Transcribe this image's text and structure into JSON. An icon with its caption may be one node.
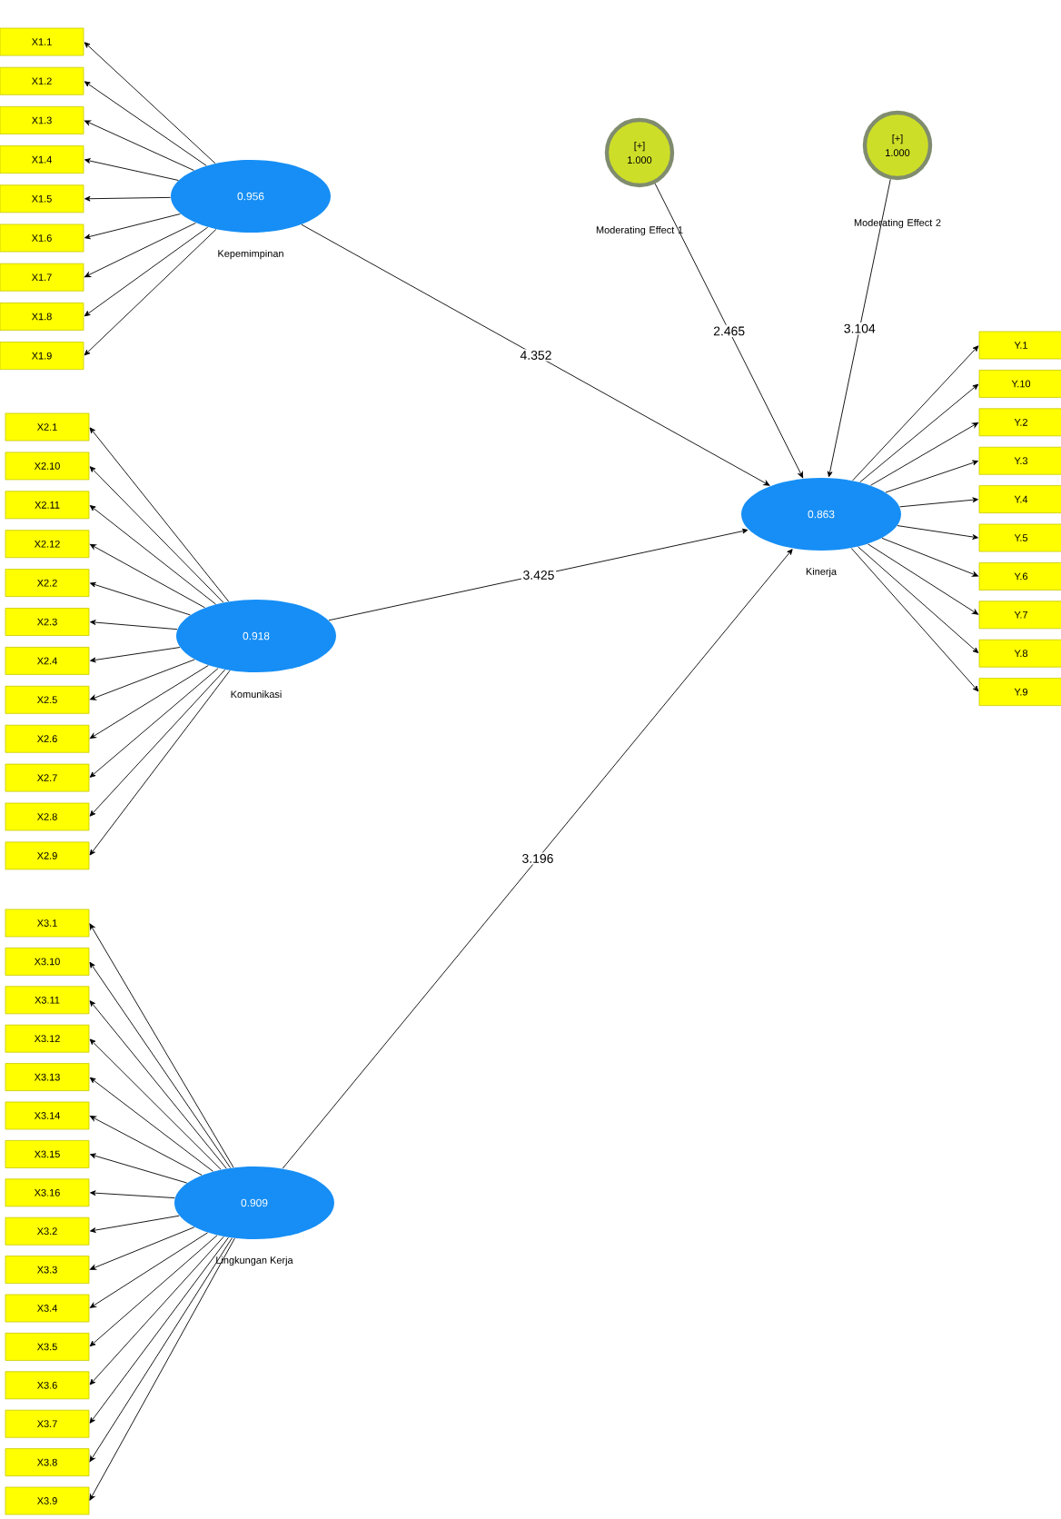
{
  "diagram": {
    "nodes": [
      {
        "text": [
          "0.956",
          "Kepemimpinan"
        ]
      },
      {
        "text": [
          "X1.1"
        ]
      },
      {
        "text": [
          "X1.2"
        ]
      },
      {
        "text": [
          "X1.3"
        ]
      },
      {
        "text": [
          "X1.4"
        ]
      },
      {
        "text": [
          "X1.5"
        ]
      },
      {
        "text": [
          "X1.6"
        ]
      },
      {
        "text": [
          "X1.7"
        ]
      },
      {
        "text": [
          "X1.8"
        ]
      },
      {
        "text": [
          "X1.9"
        ]
      },
      {
        "text": [
          "0.918",
          "Komunikasi"
        ]
      },
      {
        "text": [
          "X2.1"
        ]
      },
      {
        "text": [
          "X2.10"
        ]
      },
      {
        "text": [
          "X2.11"
        ]
      },
      {
        "text": [
          "X2.12"
        ]
      },
      {
        "text": [
          "X2.2"
        ]
      },
      {
        "text": [
          "X2.3"
        ]
      },
      {
        "text": [
          "X2.4"
        ]
      },
      {
        "text": [
          "X2.5"
        ]
      },
      {
        "text": [
          "X2.6"
        ]
      },
      {
        "text": [
          "X2.7"
        ]
      },
      {
        "text": [
          "X2.8"
        ]
      },
      {
        "text": [
          "X2.9"
        ]
      },
      {
        "text": [
          "0.909",
          "Lingkungan Kerja"
        ]
      },
      {
        "text": [
          "X3.1"
        ]
      },
      {
        "text": [
          "X3.10"
        ]
      },
      {
        "text": [
          "X3.11"
        ]
      },
      {
        "text": [
          "X3.12"
        ]
      },
      {
        "text": [
          "X3.13"
        ]
      },
      {
        "text": [
          "X3.14"
        ]
      },
      {
        "text": [
          "X3.15"
        ]
      },
      {
        "text": [
          "X3.16"
        ]
      },
      {
        "text": [
          "X3.2"
        ]
      },
      {
        "text": [
          "X3.3"
        ]
      },
      {
        "text": [
          "X3.4"
        ]
      },
      {
        "text": [
          "X3.5"
        ]
      },
      {
        "text": [
          "X3.6"
        ]
      },
      {
        "text": [
          "X3.7"
        ]
      },
      {
        "text": [
          "X3.8"
        ]
      },
      {
        "text": [
          "X3.9"
        ]
      },
      {
        "text": [
          "[+]",
          "1.000",
          "Moderating Effect 1"
        ]
      },
      {
        "text": [
          "[+]",
          "1.000",
          "Moderating Effect 2"
        ]
      },
      {
        "text": [
          "0.863",
          "Kinerja"
        ]
      },
      {
        "text": [
          "Y.1"
        ]
      },
      {
        "text": [
          "Y.10"
        ]
      },
      {
        "text": [
          "Y.2"
        ]
      },
      {
        "text": [
          "Y.3"
        ]
      },
      {
        "text": [
          "Y.4"
        ]
      },
      {
        "text": [
          "Y.5"
        ]
      },
      {
        "text": [
          "Y.6"
        ]
      },
      {
        "text": [
          "Y.7"
        ]
      },
      {
        "text": [
          "Y.8"
        ]
      },
      {
        "text": [
          "Y.9"
        ]
      }
    ],
    "edges": [
      {
        "from": 0,
        "to": 1,
        "arrow": "to"
      },
      {
        "from": 0,
        "to": 2,
        "arrow": "to"
      },
      {
        "from": 0,
        "to": 3,
        "arrow": "to"
      },
      {
        "from": 0,
        "to": 4,
        "arrow": "to"
      },
      {
        "from": 0,
        "to": 5,
        "arrow": "to"
      },
      {
        "from": 0,
        "to": 6,
        "arrow": "to"
      },
      {
        "from": 0,
        "to": 7,
        "arrow": "to"
      },
      {
        "from": 0,
        "to": 8,
        "arrow": "to"
      },
      {
        "from": 0,
        "to": 9,
        "arrow": "to"
      },
      {
        "from": 10,
        "to": 11,
        "arrow": "to"
      },
      {
        "from": 10,
        "to": 12,
        "arrow": "to"
      },
      {
        "from": 10,
        "to": 13,
        "arrow": "to"
      },
      {
        "from": 10,
        "to": 14,
        "arrow": "to"
      },
      {
        "from": 10,
        "to": 15,
        "arrow": "to"
      },
      {
        "from": 10,
        "to": 16,
        "arrow": "to"
      },
      {
        "from": 10,
        "to": 17,
        "arrow": "to"
      },
      {
        "from": 10,
        "to": 18,
        "arrow": "to"
      },
      {
        "from": 10,
        "to": 19,
        "arrow": "to"
      },
      {
        "from": 10,
        "to": 20,
        "arrow": "to"
      },
      {
        "from": 10,
        "to": 21,
        "arrow": "to"
      },
      {
        "from": 10,
        "to": 22,
        "arrow": "to"
      },
      {
        "from": 23,
        "to": 24,
        "arrow": "to"
      },
      {
        "from": 23,
        "to": 25,
        "arrow": "to"
      },
      {
        "from": 23,
        "to": 26,
        "arrow": "to"
      },
      {
        "from": 23,
        "to": 27,
        "arrow": "to"
      },
      {
        "from": 23,
        "to": 28,
        "arrow": "to"
      },
      {
        "from": 23,
        "to": 29,
        "arrow": "to"
      },
      {
        "from": 23,
        "to": 30,
        "arrow": "to"
      },
      {
        "from": 23,
        "to": 31,
        "arrow": "to"
      },
      {
        "from": 23,
        "to": 32,
        "arrow": "to"
      },
      {
        "from": 23,
        "to": 33,
        "arrow": "to"
      },
      {
        "from": 23,
        "to": 34,
        "arrow": "to"
      },
      {
        "from": 23,
        "to": 35,
        "arrow": "to"
      },
      {
        "from": 23,
        "to": 36,
        "arrow": "to"
      },
      {
        "from": 23,
        "to": 37,
        "arrow": "to"
      },
      {
        "from": 23,
        "to": 38,
        "arrow": "to"
      },
      {
        "from": 23,
        "to": 39,
        "arrow": "to"
      },
      {
        "from": 42,
        "to": 43,
        "arrow": "to"
      },
      {
        "from": 42,
        "to": 44,
        "arrow": "to"
      },
      {
        "from": 42,
        "to": 45,
        "arrow": "to"
      },
      {
        "from": 42,
        "to": 46,
        "arrow": "to"
      },
      {
        "from": 42,
        "to": 47,
        "arrow": "to"
      },
      {
        "from": 42,
        "to": 48,
        "arrow": "to"
      },
      {
        "from": 42,
        "to": 49,
        "arrow": "to"
      },
      {
        "from": 42,
        "to": 50,
        "arrow": "to"
      },
      {
        "from": 42,
        "to": 51,
        "arrow": "to"
      },
      {
        "from": 42,
        "to": 52,
        "arrow": "to"
      },
      {
        "from": 0,
        "to": 42,
        "arrow": "to",
        "label": "4.352"
      },
      {
        "from": 10,
        "to": 42,
        "arrow": "to",
        "label": "3.425"
      },
      {
        "from": 23,
        "to": 42,
        "arrow": "to",
        "label": "3.196"
      },
      {
        "from": 40,
        "to": 42,
        "arrow": "to",
        "label": "2.465"
      },
      {
        "from": 41,
        "to": 42,
        "arrow": "to",
        "label": "3.104"
      }
    ]
  }
}
